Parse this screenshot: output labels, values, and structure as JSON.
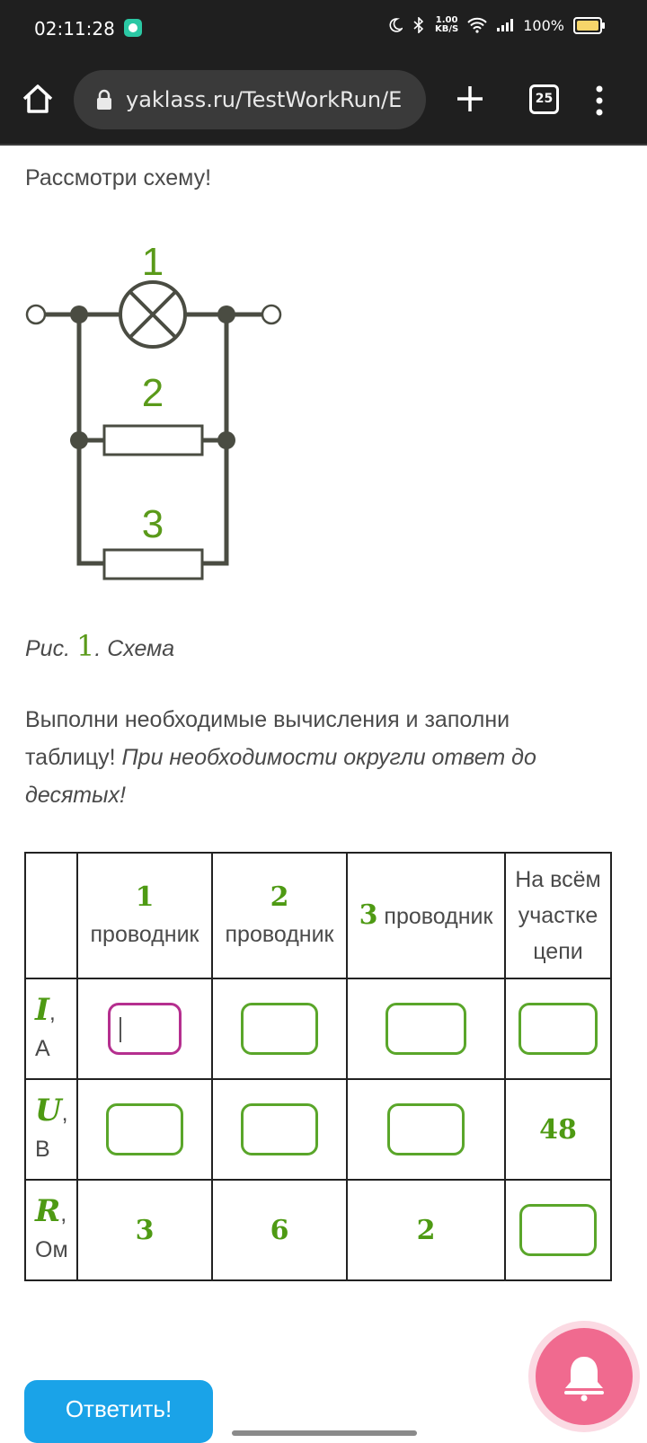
{
  "status_bar": {
    "time": "02:11:28",
    "speed_value": "1.00",
    "speed_unit": "KB/S",
    "battery": "100%"
  },
  "browser": {
    "url": "yaklass.ru/TestWorkRun/E",
    "tab_count": "25"
  },
  "content": {
    "intro": "Рассмотри схему!",
    "diagram_labels": [
      "1",
      "2",
      "3"
    ],
    "caption_prefix": "Рис.",
    "caption_number": "1",
    "caption_suffix": ". Схема",
    "instructions_plain": "Выполни необходимые вычисления и заполни таблицу!",
    "instructions_italic": "При необходимости округли ответ до десятых!"
  },
  "table": {
    "headers": [
      {
        "num": "1",
        "text": "проводник"
      },
      {
        "num": "2",
        "text": "проводник"
      },
      {
        "num": "3",
        "text": "проводник"
      },
      {
        "num": "",
        "text": "На всём участке цепи"
      }
    ],
    "rows": [
      {
        "symbol": "I",
        "unit": "А",
        "cells": [
          "",
          "",
          "",
          ""
        ]
      },
      {
        "symbol": "U",
        "unit": "В",
        "cells": [
          "",
          "",
          "",
          "48"
        ]
      },
      {
        "symbol": "R",
        "unit": "Ом",
        "cells": [
          "3",
          "6",
          "2",
          ""
        ]
      }
    ]
  },
  "buttons": {
    "answer": "Ответить!"
  },
  "colors": {
    "accent_green": "#4e9a13",
    "input_border": "#5aa62a",
    "focused_border": "#b52f8f",
    "answer_button": "#1aa3e8",
    "bell_button": "#f06a8f"
  },
  "icons": [
    "home-icon",
    "lock-icon",
    "plus-icon",
    "tabs-icon",
    "menu-icon",
    "bell-icon",
    "wifi-icon",
    "signal-icon",
    "bluetooth-icon",
    "moon-icon",
    "battery-icon"
  ]
}
